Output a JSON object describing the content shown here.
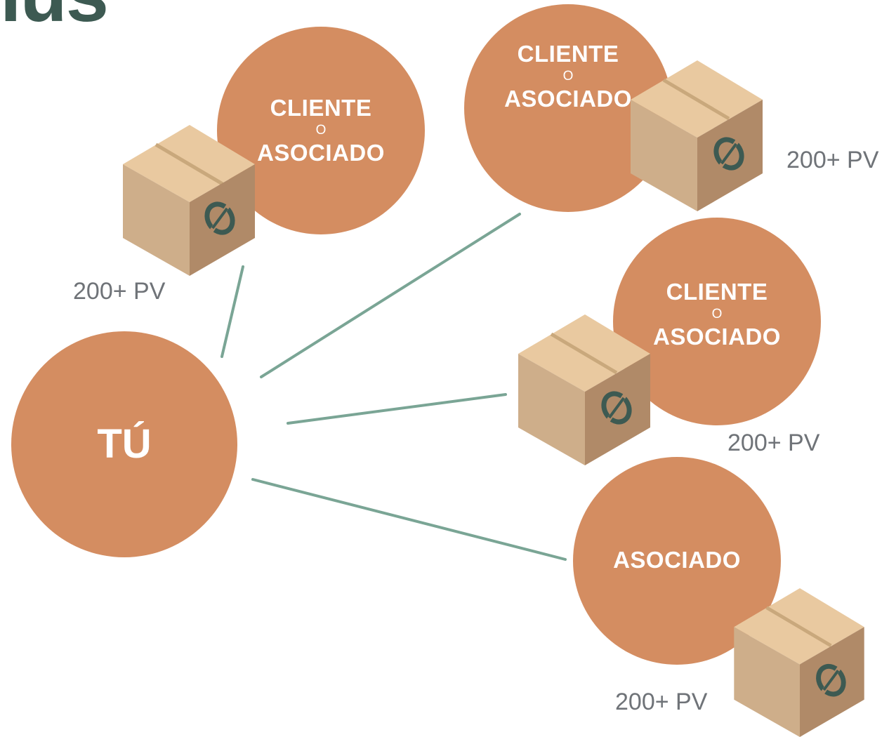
{
  "title": "ius",
  "center": {
    "label": "TÚ"
  },
  "nodes": [
    {
      "top": "CLIENTE",
      "middle": "O",
      "bottom": "ASOCIADO",
      "pv": "200+ PV"
    },
    {
      "top": "CLIENTE",
      "middle": "O",
      "bottom": "ASOCIADO",
      "pv": "200+ PV"
    },
    {
      "top": "CLIENTE",
      "middle": "O",
      "bottom": "ASOCIADO",
      "pv": "200+ PV"
    },
    {
      "label": "ASOCIADO",
      "pv": "200+ PV"
    }
  ],
  "colors": {
    "circle": "#d48d61",
    "connector": "#7aa595",
    "title": "#3d5a52",
    "box_top": "#e9c9a0",
    "box_left": "#ceae8a",
    "box_right": "#b08a68",
    "logo": "#3d5a52",
    "pv_text": "#6f7378"
  },
  "icons": [
    "package-box-icon",
    "brand-logo-icon"
  ]
}
